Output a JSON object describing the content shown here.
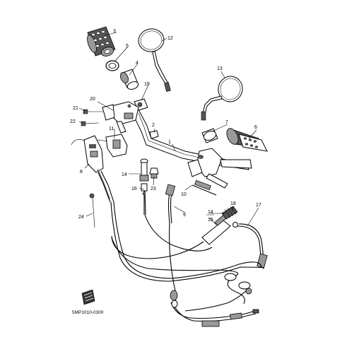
{
  "labels": {
    "p1": "1",
    "p2": "2",
    "p3": "3",
    "p4": "4",
    "p5": "5",
    "p6": "6",
    "p7": "7",
    "p8": "8",
    "p9": "9",
    "p10": "10",
    "p11": "11",
    "p12": "12",
    "p13": "13",
    "p14a": "14",
    "p14b": "14",
    "p15": "15",
    "p16": "16",
    "p17": "17",
    "p18": "18",
    "p19": "19",
    "p20": "20",
    "p21": "21",
    "p22": "22",
    "p23": "23",
    "p24": "24"
  },
  "footer": {
    "code": "5MP1010-0300"
  },
  "colors": {
    "ink": "#000000",
    "shade": "#555555",
    "grey": "#999999"
  }
}
